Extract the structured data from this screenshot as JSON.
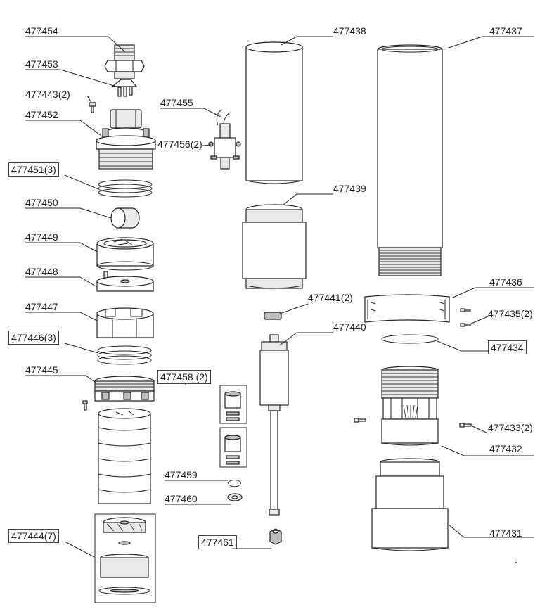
{
  "labels": {
    "p477454": "477454",
    "p477453": "477453",
    "p477443": "477443(2)",
    "p477452": "477452",
    "p477451": "477451(3)",
    "p477450": "477450",
    "p477449": "477449",
    "p477448": "477448",
    "p477447": "477447",
    "p477446": "477446(3)",
    "p477445": "477445",
    "p477444": "477444(7)",
    "p477455": "477455",
    "p477456": "477456(2)",
    "p477458": "477458 (2)",
    "p477459": "477459",
    "p477460": "477460",
    "p477461": "477461",
    "p477438": "477438",
    "p477439": "477439",
    "p477441": "477441(2)",
    "p477440": "477440",
    "p477437": "477437",
    "p477436": "477436",
    "p477435": "477435(2)",
    "p477434": "477434",
    "p477433": "477433(2)",
    "p477432": "477432",
    "p477431": "477431"
  }
}
